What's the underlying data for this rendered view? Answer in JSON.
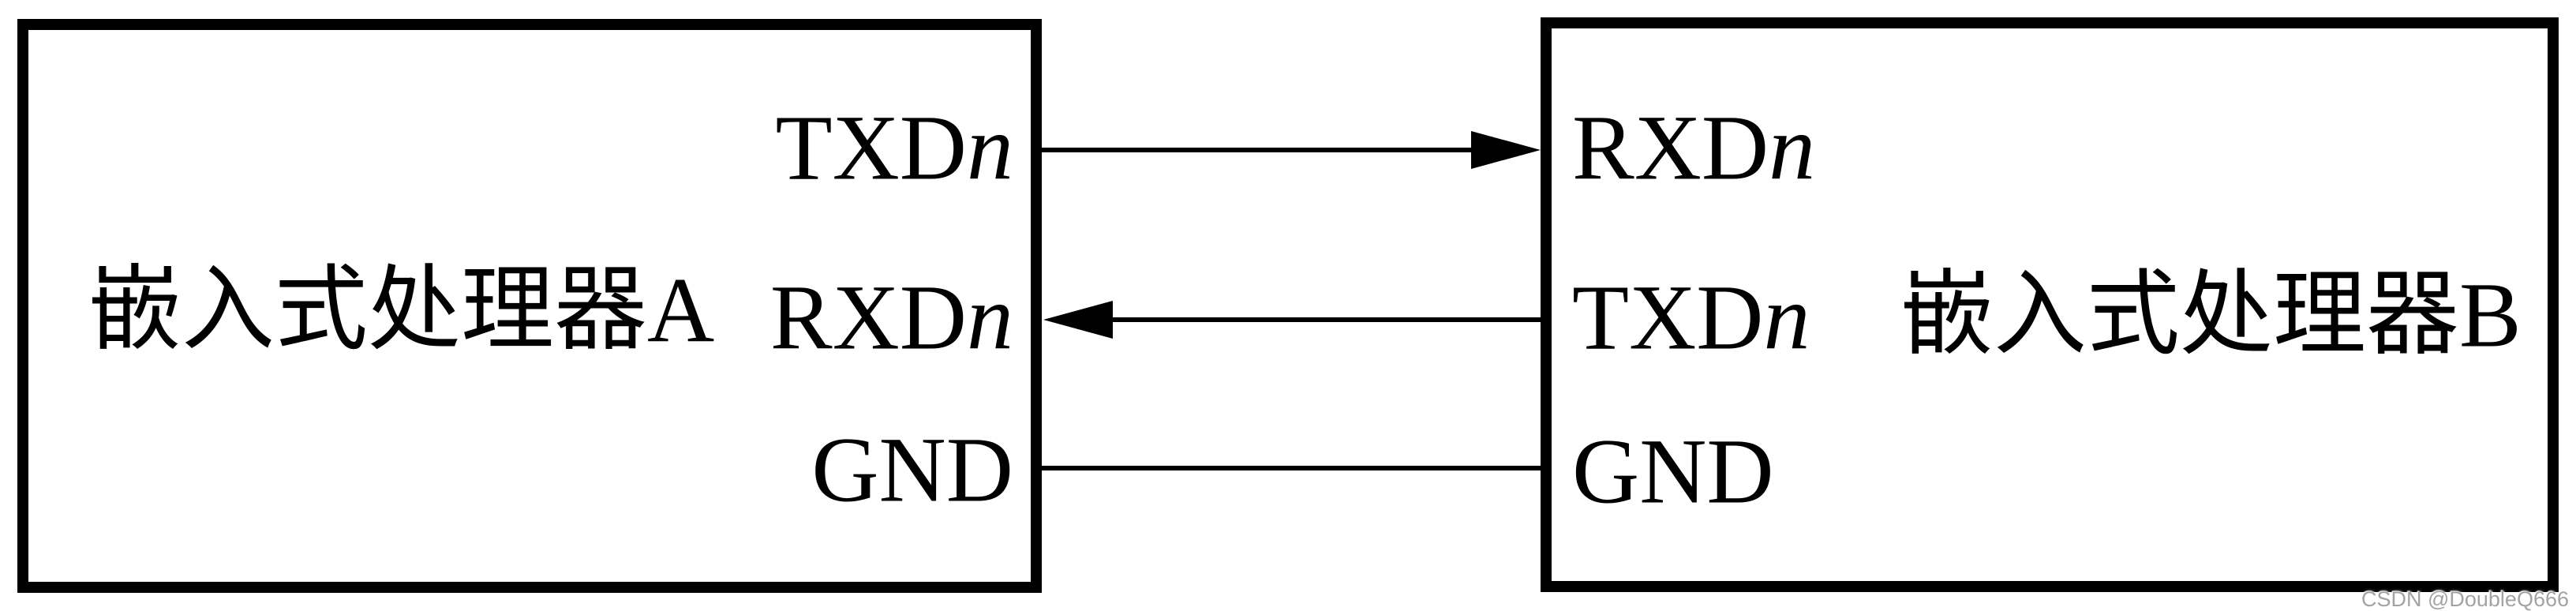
{
  "diagram": {
    "background_color": "#ffffff",
    "line_color": "#000000",
    "left_box": {
      "title": "嵌入式处理器A",
      "pins": [
        {
          "name": "TXD",
          "suffix": "n"
        },
        {
          "name": "RXD",
          "suffix": "n"
        },
        {
          "name": "GND",
          "suffix": ""
        }
      ]
    },
    "right_box": {
      "title": "嵌入式处理器B",
      "pins": [
        {
          "name": "RXD",
          "suffix": "n"
        },
        {
          "name": "TXD",
          "suffix": "n"
        },
        {
          "name": "GND",
          "suffix": ""
        }
      ]
    },
    "connections": [
      {
        "from": "A.TXDn",
        "to": "B.RXDn",
        "arrow": "right"
      },
      {
        "from": "B.TXDn",
        "to": "A.RXDn",
        "arrow": "left"
      },
      {
        "from": "A.GND",
        "to": "B.GND",
        "arrow": "none"
      }
    ]
  },
  "watermark": {
    "text": "CSDN @DoubleQ666",
    "color": "#a3a3a3"
  }
}
